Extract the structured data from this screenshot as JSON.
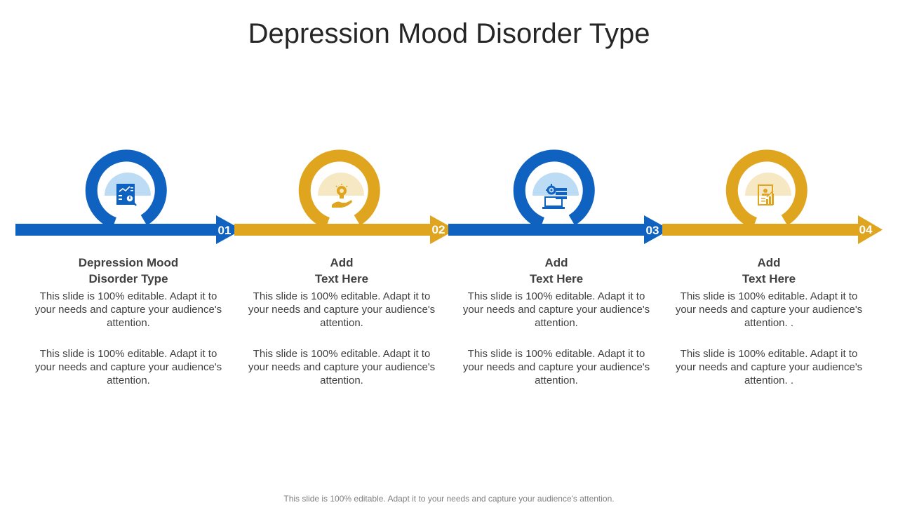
{
  "title": "Depression Mood Disorder Type",
  "colors": {
    "blue": "#0f62bf",
    "gold": "#e0a51f",
    "blue_light": "#bcdbf5",
    "gold_light": "#f7e8c4"
  },
  "steps": [
    {
      "number": "01",
      "heading": "Depression Mood\nDisorder Type",
      "paragraphs": [
        "This slide is 100% editable. Adapt it to your needs and capture your audience's attention.",
        "This slide is 100% editable. Adapt it to your needs and capture your audience's attention."
      ],
      "color": "blue",
      "icon": "report-analytics-icon"
    },
    {
      "number": "02",
      "heading": "Add\nText Here",
      "paragraphs": [
        "This slide is 100% editable. Adapt it to your needs and capture your audience's attention.",
        "This slide is 100% editable. Adapt it to your needs and capture your audience's attention."
      ],
      "color": "gold",
      "icon": "lightbulb-hand-icon"
    },
    {
      "number": "03",
      "heading": "Add\nText Here",
      "paragraphs": [
        "This slide is 100% editable. Adapt it to your needs and capture your audience's attention.",
        "This slide is 100% editable. Adapt it to your needs and capture your audience's attention."
      ],
      "color": "blue",
      "icon": "laptop-server-gear-icon"
    },
    {
      "number": "04",
      "heading": "Add\nText Here",
      "paragraphs": [
        "This slide is 100% editable. Adapt it to your needs and capture your audience's attention. .",
        "This slide is 100% editable. Adapt it to your needs and capture your audience's attention. ."
      ],
      "color": "gold",
      "icon": "resume-chart-icon"
    }
  ],
  "footer": "This slide is 100% editable. Adapt it to your needs and capture your audience's attention."
}
